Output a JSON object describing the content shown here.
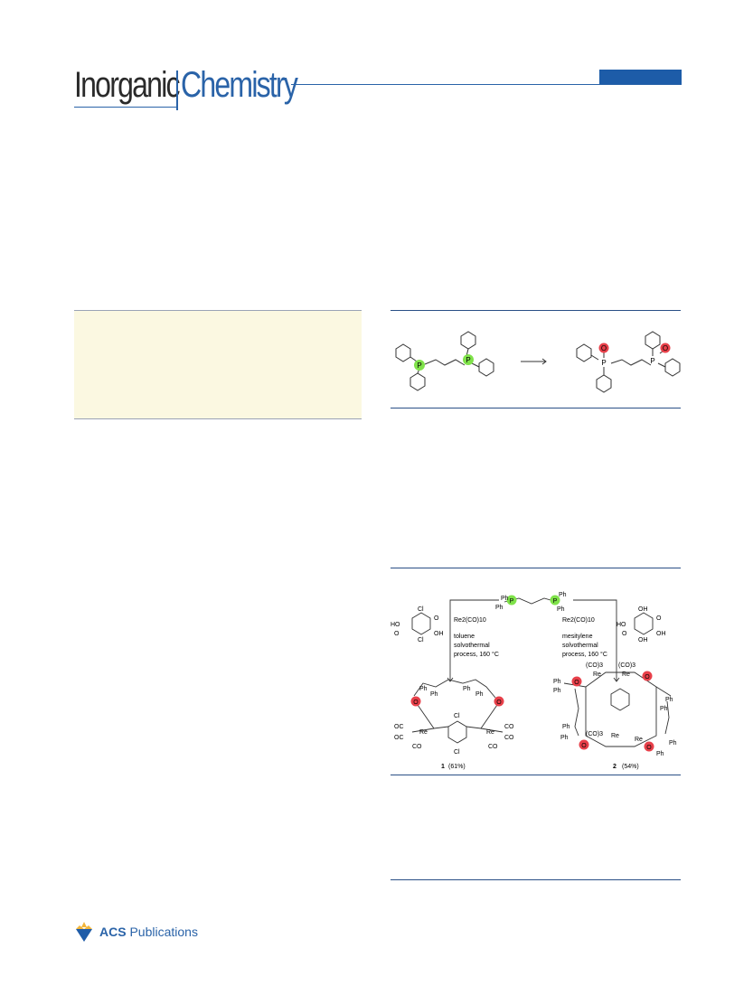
{
  "journal": {
    "word1": "Inorganic",
    "word2": "Chemistry"
  },
  "scheme1": {
    "atom_p": "P",
    "atom_o": "O"
  },
  "scheme2": {
    "ligand_ph": "Ph",
    "left_reagent_ho": "HO",
    "left_reagent_cl": "Cl",
    "left_reagent_oh": "OH",
    "left_reagent_o": "O",
    "right_reagent_oh": "OH",
    "right_reagent_ho": "HO",
    "right_reagent_o": "O",
    "left_reagent_line": "Re2(CO)10",
    "left_conditions": [
      "toluene",
      "solvothermal",
      "process, 160 °C"
    ],
    "right_conditions": [
      "mesitylene",
      "solvothermal",
      "process, 160 °C"
    ],
    "oc": "OC",
    "co": "CO",
    "re": "Re",
    "co3": "(CO)3",
    "product1_number": "1",
    "product1_yield": "(61%)",
    "product2_number": "2",
    "product2_yield": "(54%)"
  },
  "footer": {
    "publisher_bold": "ACS",
    "publisher_rest": " Publications"
  },
  "colors": {
    "brand_blue": "#2a63a8",
    "abstract_bg": "#fbf8e1",
    "p_highlight": "#7fe24a",
    "o_highlight": "#e8404a"
  }
}
